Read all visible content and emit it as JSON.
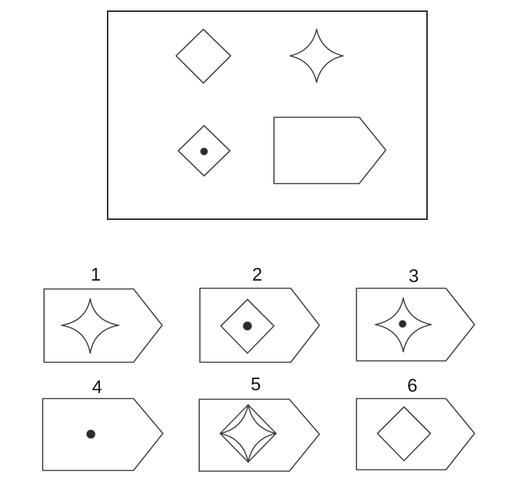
{
  "matrix": {
    "cells": [
      {
        "id": "cell-1",
        "shape": "diamond",
        "dot": false
      },
      {
        "id": "cell-2",
        "shape": "star",
        "dot": false
      },
      {
        "id": "cell-3",
        "shape": "diamond",
        "dot": true
      },
      {
        "id": "cell-4",
        "shape": "empty",
        "dot": false
      }
    ]
  },
  "options": [
    {
      "label": "1",
      "content": "star",
      "dot": false
    },
    {
      "label": "2",
      "content": "diamond",
      "dot": true
    },
    {
      "label": "3",
      "content": "star",
      "dot": true
    },
    {
      "label": "4",
      "content": "none",
      "dot": true
    },
    {
      "label": "5",
      "content": "star-in-diamond",
      "dot": false
    },
    {
      "label": "6",
      "content": "diamond",
      "dot": false
    }
  ],
  "colors": {
    "stroke": "#3a3a3a",
    "dot": "#2a2a2a",
    "background": "#ffffff"
  }
}
